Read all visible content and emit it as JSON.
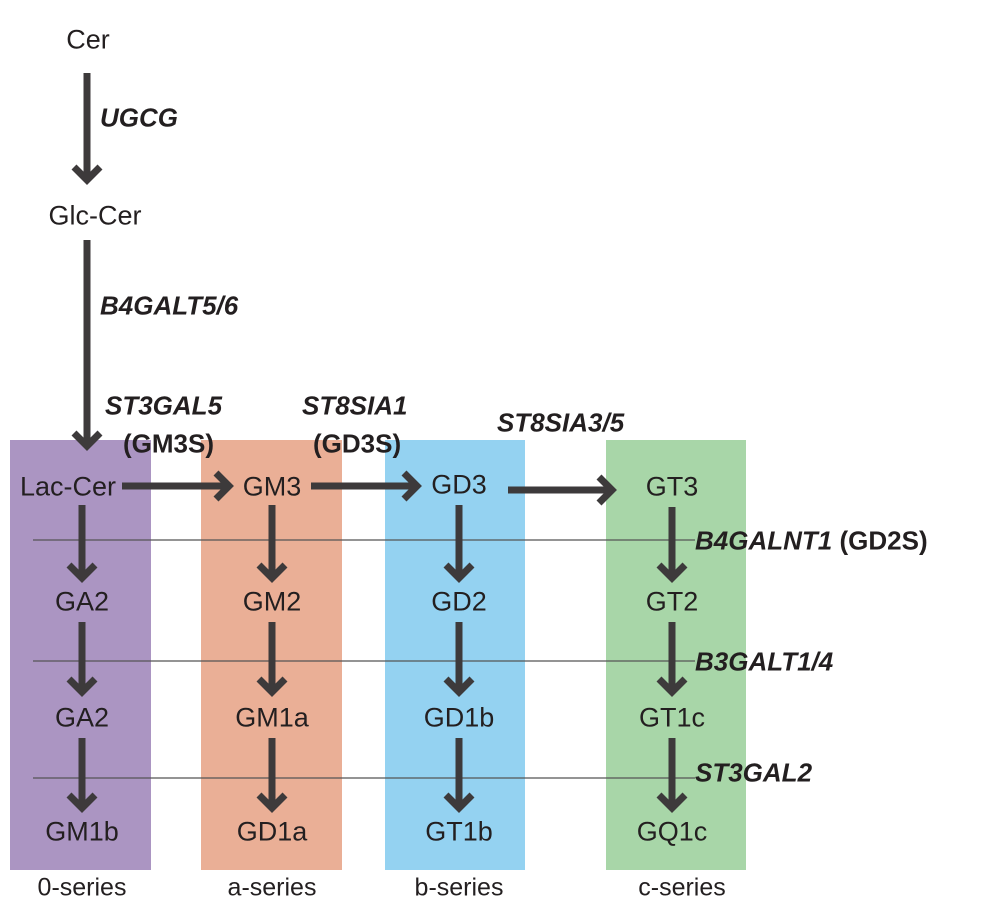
{
  "colors": {
    "zero_series": "#ab95c2",
    "a_series": "#eaaf96",
    "b_series": "#94d2f1",
    "c_series": "#a8d6a8",
    "arrow": "#3d3a3b"
  },
  "nodes": {
    "cer": "Cer",
    "glc_cer": "Glc-Cer",
    "lac_cer": "Lac-Cer",
    "gm3": "GM3",
    "gd3": "GD3",
    "gt3": "GT3",
    "ga2_1": "GA2",
    "gm2": "GM2",
    "gd2": "GD2",
    "gt2": "GT2",
    "ga2_2": "GA2",
    "gm1a": "GM1a",
    "gd1b": "GD1b",
    "gt1c": "GT1c",
    "gm1b": "GM1b",
    "gd1a": "GD1a",
    "gt1b": "GT1b",
    "gq1c": "GQ1c"
  },
  "enzymes": {
    "ugcg": "UGCG",
    "b4galt": "B4GALT5/6",
    "st3gal5": "ST3GAL5",
    "gm3s": "(GM3S)",
    "st8sia1": "ST8SIA1",
    "gd3s": "(GD3S)",
    "st8sia35": "ST8SIA3/5",
    "b4galnt1": "B4GALNT1",
    "gd2s": "(GD2S)",
    "b3galt": "B3GALT1/4",
    "st3gal2": "ST3GAL2"
  },
  "series": {
    "zero": "0-series",
    "a": "a-series",
    "b": "b-series",
    "c": "c-series"
  }
}
